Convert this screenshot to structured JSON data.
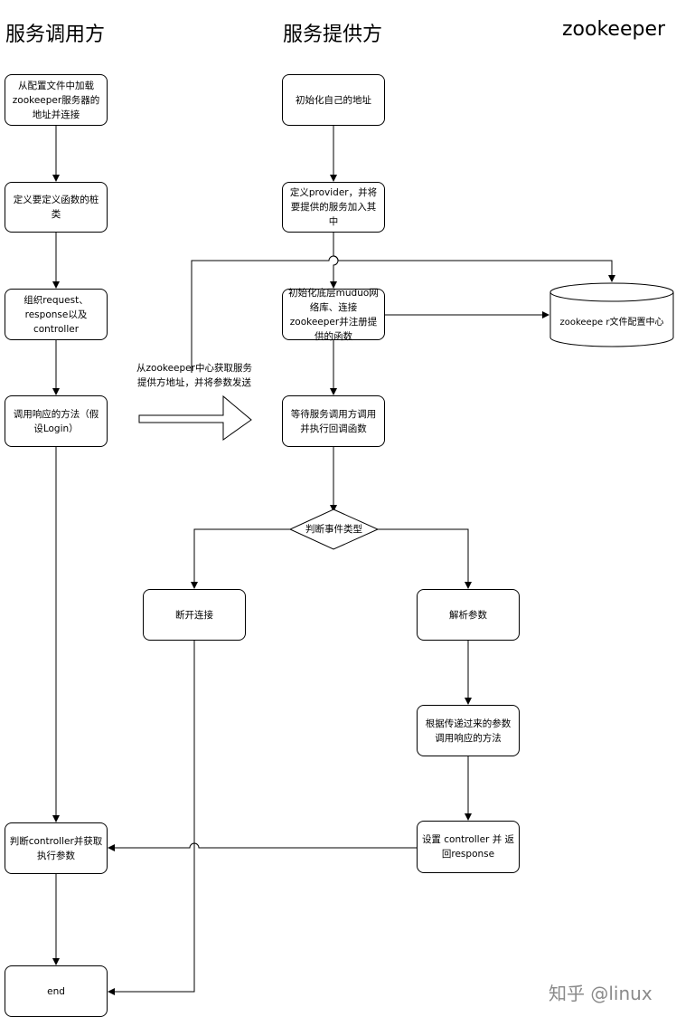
{
  "columns": {
    "caller": "服务调用方",
    "provider": "服务提供方",
    "zookeeper": "zookeeper"
  },
  "caller_nodes": {
    "load_config": "从配置文件中加载zookeeper服务器的地址并连接",
    "define_stub": "定义要定义函数的桩类",
    "build_request": "组织request、response以及controller",
    "call_method": "调用响应的方法（假设Login）",
    "check_controller": "判断controller并获取执行参数",
    "end": "end"
  },
  "provider_nodes": {
    "init_address": "初始化自己的地址",
    "define_provider": "定义provider，并将要提供的服务加入其中",
    "init_network": "初始化底层muduo网络库、连接zookeeper并注册提供的函数",
    "wait_call": "等待服务调用方调用并执行回调函数",
    "event_type": "判断事件类型",
    "disconnect": "断开连接",
    "parse_params": "解析参数",
    "call_by_params": "根据传递过来的参数调用响应的方法",
    "set_response": "设置 controller 并 返回response"
  },
  "zookeeper_node": "zookeepe r文件配置中心",
  "annotation": "从zookeeper中心获取服务提供方地址，并将参数发送",
  "watermark": "知乎 @linux"
}
